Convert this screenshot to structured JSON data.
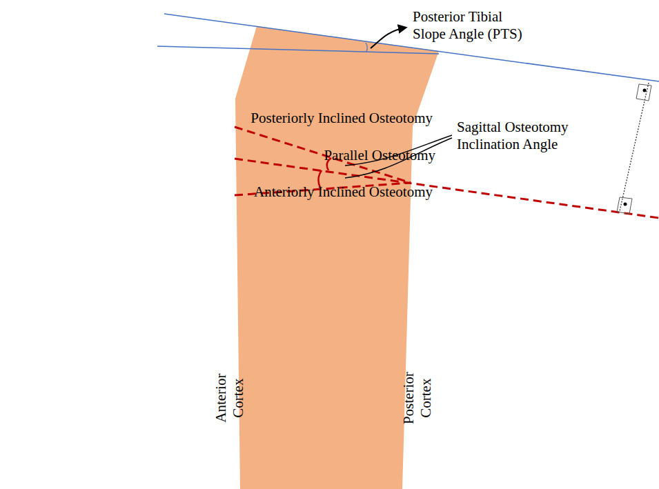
{
  "diagram": {
    "labels": [
      "Posterior Tibial Slope Angle (PTS)",
      "Posteriorly Inclined Osteotomy",
      "Parallel Osteotomy",
      "Anteriorly Inclined Osteotomy",
      "Sagittal Osteotomy Inclination Angle",
      "Anterior Cortex",
      "Posterior Cortex"
    ]
  }
}
